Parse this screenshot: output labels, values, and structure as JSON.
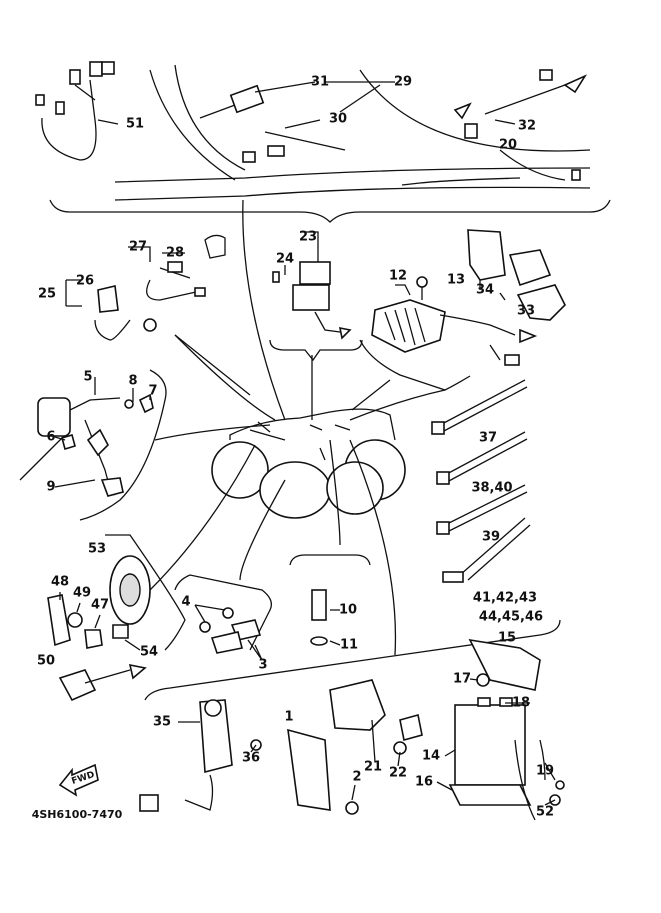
{
  "callouts": {
    "c51": "51",
    "c31": "31",
    "c29": "29",
    "c30": "30",
    "c32": "32",
    "c20": "20",
    "c27": "27",
    "c28": "28",
    "c26": "26",
    "c25": "25",
    "c23": "23",
    "c24": "24",
    "c12": "12",
    "c13": "13",
    "c34": "34",
    "c33": "33",
    "c5": "5",
    "c8": "8",
    "c7": "7",
    "c6": "6",
    "c9": "9",
    "c37": "37",
    "c3840": "38,40",
    "c39": "39",
    "c53": "53",
    "c48": "48",
    "c49": "49",
    "c47": "47",
    "c4": "4",
    "c10": "10",
    "c11": "11",
    "c3": "3",
    "c54": "54",
    "c50": "50",
    "c414243": "41,42,43",
    "c444546": "44,45,46",
    "c15": "15",
    "c17": "17",
    "c18": "18",
    "c35": "35",
    "c1": "1",
    "c21": "21",
    "c22": "22",
    "c14": "14",
    "c36": "36",
    "c2": "2",
    "c16": "16",
    "c19": "19",
    "c52": "52"
  },
  "fwd_label": "FWD",
  "diagram_code": "4SH6100-7470"
}
